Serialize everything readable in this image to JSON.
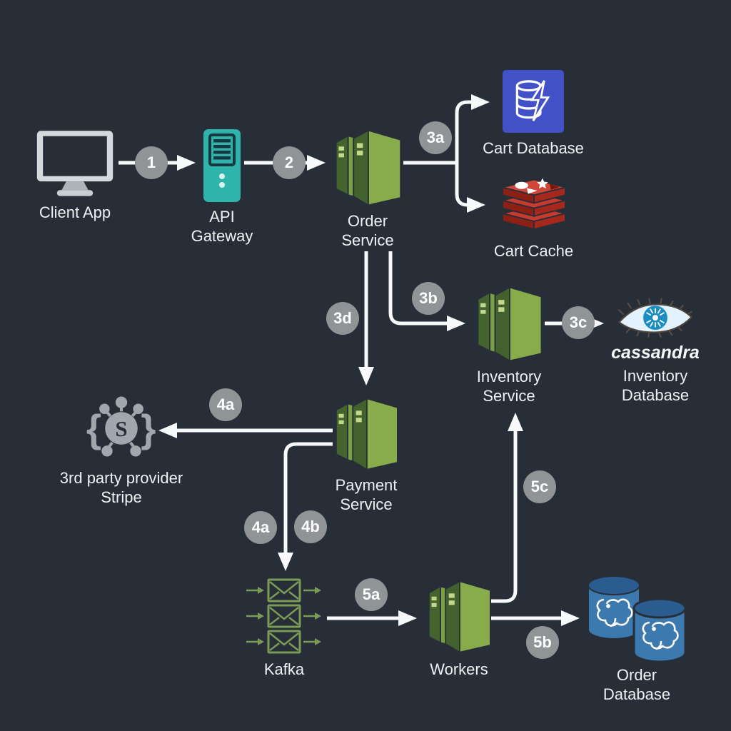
{
  "nodes": {
    "client_app": {
      "label1": "Client App"
    },
    "api_gateway": {
      "label1": "API",
      "label2": "Gateway"
    },
    "order_service": {
      "label1": "Order",
      "label2": "Service"
    },
    "cart_database": {
      "label1": "Cart Database"
    },
    "cart_cache": {
      "label1": "Cart Cache"
    },
    "inventory_service": {
      "label1": "Inventory",
      "label2": "Service"
    },
    "inventory_database": {
      "brand": "cassandra",
      "label1": "Inventory",
      "label2": "Database"
    },
    "payment_service": {
      "label1": "Payment",
      "label2": "Service"
    },
    "third_party": {
      "label1": "3rd party provider",
      "label2": "Stripe",
      "monogram": "S"
    },
    "kafka": {
      "label1": "Kafka"
    },
    "workers": {
      "label1": "Workers"
    },
    "order_database": {
      "label1": "Order",
      "label2": "Database"
    }
  },
  "badges": {
    "b1": "1",
    "b2": "2",
    "b3a": "3a",
    "b3b": "3b",
    "b3c": "3c",
    "b3d": "3d",
    "b4a_stripe": "4a",
    "b4a": "4a",
    "b4b": "4b",
    "b5a": "5a",
    "b5b": "5b",
    "b5c": "5c"
  },
  "edges": [
    {
      "step": "1",
      "from": "client_app",
      "to": "api_gateway"
    },
    {
      "step": "2",
      "from": "api_gateway",
      "to": "order_service"
    },
    {
      "step": "3a",
      "from": "order_service",
      "to": "cart_database"
    },
    {
      "step": "3a",
      "from": "order_service",
      "to": "cart_cache"
    },
    {
      "step": "3b",
      "from": "order_service",
      "to": "inventory_service"
    },
    {
      "step": "3c",
      "from": "inventory_service",
      "to": "inventory_database"
    },
    {
      "step": "3d",
      "from": "order_service",
      "to": "payment_service"
    },
    {
      "step": "4a",
      "from": "payment_service",
      "to": "third_party"
    },
    {
      "step": "4b",
      "from": "payment_service",
      "to": "kafka"
    },
    {
      "step": "5a",
      "from": "kafka",
      "to": "workers"
    },
    {
      "step": "5b",
      "from": "workers",
      "to": "order_database"
    },
    {
      "step": "5c",
      "from": "workers",
      "to": "inventory_service"
    }
  ],
  "colors": {
    "background": "#272e37",
    "connector": "#f7f9fa",
    "badge": "#919496",
    "service_green_dark": "#42612c",
    "service_green_light": "#88ab4b",
    "gateway_teal": "#2eb4ab",
    "cart_db_blue": "#4351c9",
    "redis_red": "#c93a2e",
    "postgres_blue": "#3b79ae",
    "cassandra_blue": "#1a8dc2",
    "stripe_gray": "#a2a7ad",
    "kafka_green": "#7c9b59"
  }
}
